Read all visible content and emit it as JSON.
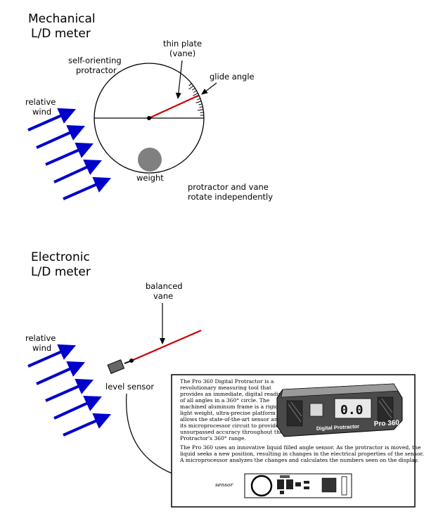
{
  "mechanical": {
    "title_line1": "Mechanical",
    "title_line2": "L/D meter",
    "label_protractor_line1": "self-orienting",
    "label_protractor_line2": "protractor",
    "label_vane_line1": "thin plate",
    "label_vane_line2": "(vane)",
    "label_glide_angle": "glide angle",
    "label_wind_line1": "relative",
    "label_wind_line2": "wind",
    "label_weight": "weight",
    "note_line1": "protractor and vane",
    "note_line2": "rotate independently"
  },
  "electronic": {
    "title_line1": "Electronic",
    "title_line2": "L/D meter",
    "label_vane_line1": "balanced",
    "label_vane_line2": "vane",
    "label_wind_line1": "relative",
    "label_wind_line2": "wind",
    "label_sensor": "level sensor"
  },
  "product_box": {
    "para1_lines": [
      "The Pro 360 Digital Protractor is a",
      "revolutionary measuring tool that",
      "provides an immediate, digital reading",
      "of all angles in a 360° circle. The",
      "machined aluminum frame is a rigid,",
      "light weight, ultra-precise platform that",
      "allows the state-of-the-art sensor and",
      "its microprocessor circuit to provide",
      "unsurpassed accuracy throughout the",
      "Protractor's 360° range."
    ],
    "para2_lines": [
      "The Pro 360 uses an innovative liquid filled angle sensor. As the protractor is moved, the",
      "liquid seeks a new position, resulting in changes in the electrical properties of the sensor.",
      "A microprocessor analyzes the changes and calculates the numbers seen on the display."
    ],
    "device_display": "0.0",
    "device_brand": "Digital Protractor",
    "device_model": "Pro 360",
    "sensor_label": "sensor"
  },
  "colors": {
    "wind_arrow": "#0000cc",
    "vane": "#cc0000",
    "weight": "#808080"
  }
}
